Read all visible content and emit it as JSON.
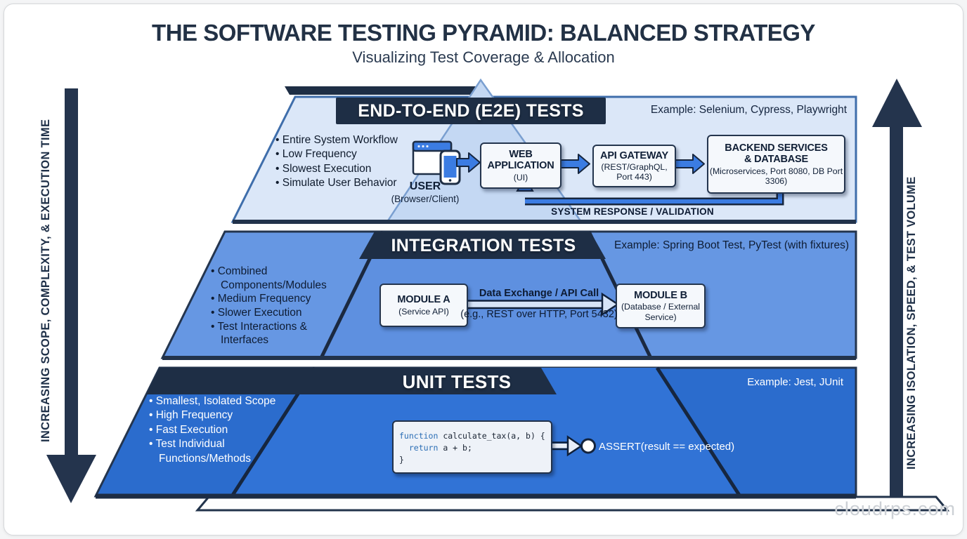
{
  "title": "THE SOFTWARE TESTING PYRAMID: BALANCED STRATEGY",
  "subtitle": "Visualizing Test Coverage & Allocation",
  "watermark": "cloudrps.com",
  "axes": {
    "left": "INCREASING SCOPE, COMPLEXITY, & EXECUTION TIME",
    "right": "INCREASING ISOLATION, SPEED, & TEST VOLUME"
  },
  "layers": {
    "e2e": {
      "title": "END-TO-END (E2E) TESTS",
      "example": "Example: Selenium, Cypress, Playwright",
      "bullets": [
        "Entire System Workflow",
        "Low Frequency",
        "Slowest Execution",
        "Simulate User Behavior"
      ],
      "user": {
        "label": "USER",
        "sublabel": "(Browser/Client)"
      },
      "web_app": {
        "title": "WEB APPLICATION",
        "subtitle": "(UI)"
      },
      "api_gateway": {
        "title": "API GATEWAY",
        "subtitle": "(REST/GraphQL, Port 443)"
      },
      "backend": {
        "title": "BACKEND SERVICES & DATABASE",
        "subtitle": "(Microservices, Port 8080, DB Port 3306)"
      },
      "return_label": "SYSTEM RESPONSE / VALIDATION"
    },
    "integration": {
      "title": "INTEGRATION TESTS",
      "example": "Example: Spring Boot Test, PyTest (with fixtures)",
      "bullets": [
        "Combined Components/Modules",
        "Medium Frequency",
        "Slower Execution",
        "Test Interactions & Interfaces"
      ],
      "module_a": {
        "title": "MODULE A",
        "subtitle": "(Service API)"
      },
      "module_b": {
        "title": "MODULE B",
        "subtitle": "(Database / External Service)"
      },
      "arrow_label": "Data Exchange / API Call",
      "arrow_sublabel": "(e.g., REST over HTTP, Port 5432)"
    },
    "unit": {
      "title": "UNIT TESTS",
      "example": "Example: Jest, JUnit",
      "bullets": [
        "Smallest, Isolated Scope",
        "High Frequency",
        "Fast Execution",
        "Test Individual Functions/Methods"
      ],
      "code": {
        "indent": "  ",
        "line1_keyword": "function",
        "line1_rest": " calculate_tax(a, b) {",
        "line2_keyword": "return",
        "line2_rest": " a + b;",
        "line3": "}"
      },
      "assert_label": "ASSERT(result == expected)"
    }
  },
  "colors": {
    "dark_navy": "#1e2e45",
    "accent_blue": "#3b7ce2",
    "e2e_fill": "#dbe7f8",
    "integration_fill": "#6697e3",
    "unit_fill": "#2b6ccd"
  }
}
